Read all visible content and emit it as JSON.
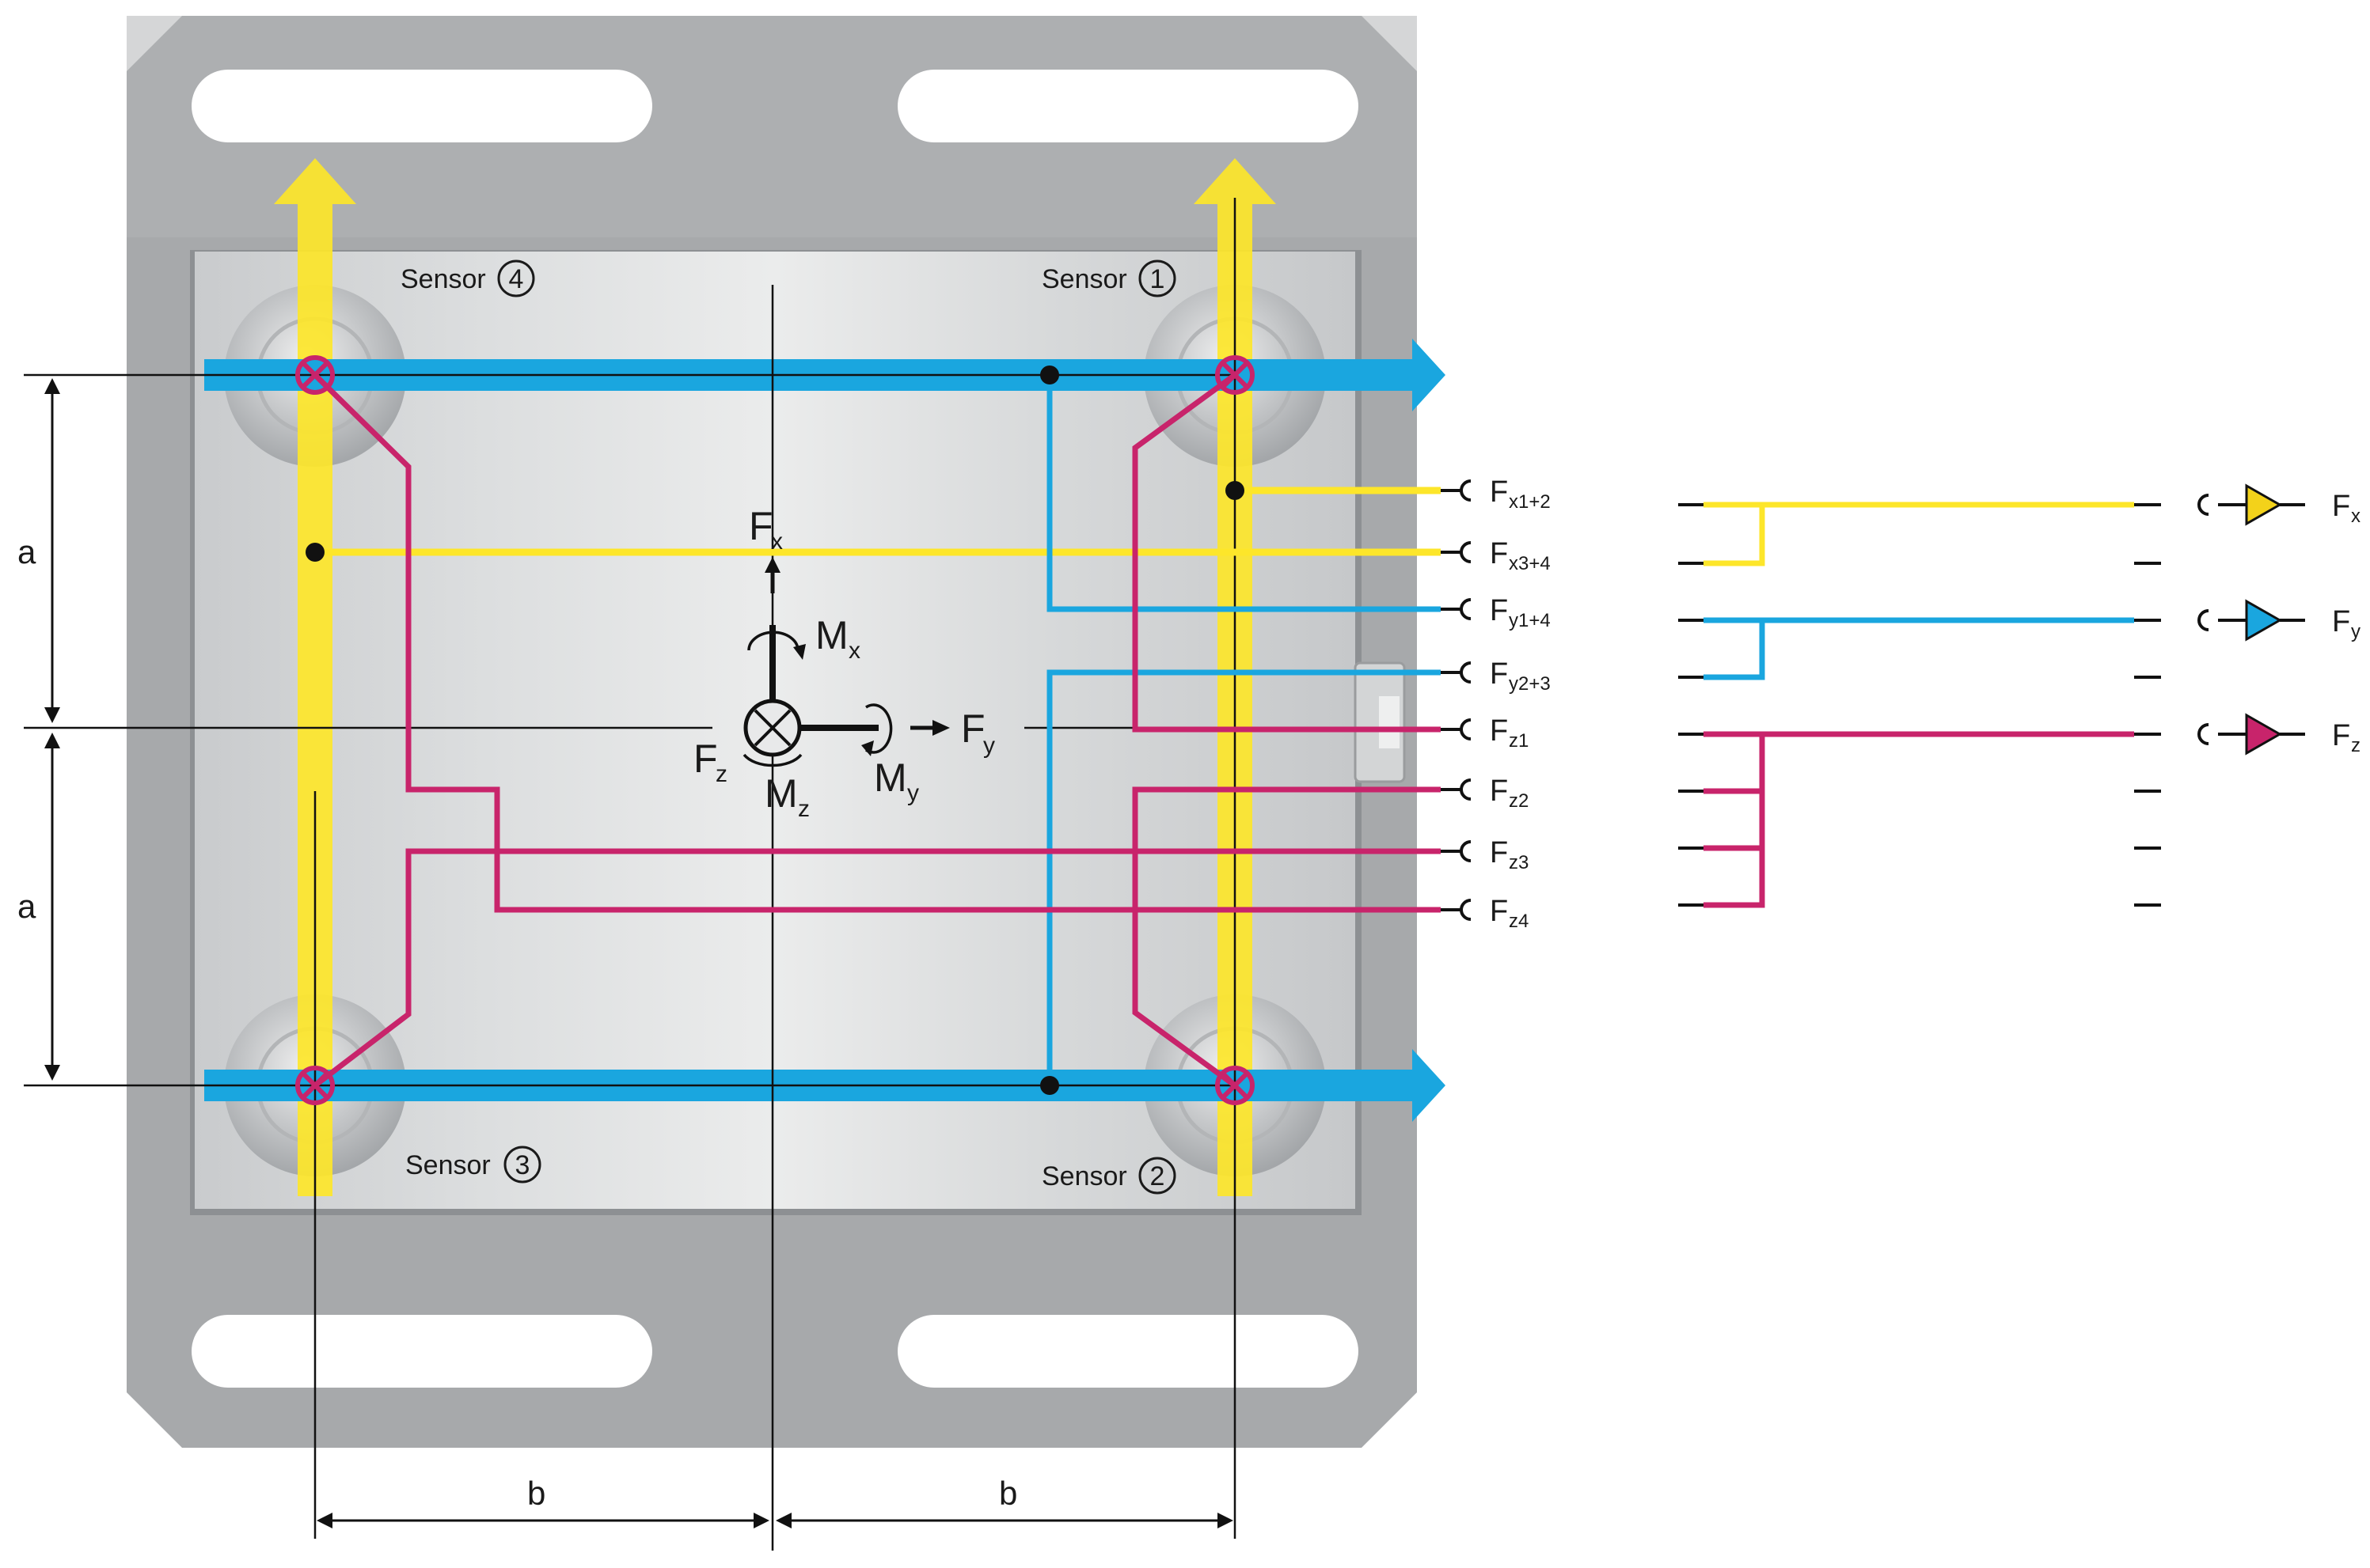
{
  "sensors": [
    {
      "id": "1",
      "label": "Sensor",
      "number": "1"
    },
    {
      "id": "2",
      "label": "Sensor",
      "number": "2"
    },
    {
      "id": "3",
      "label": "Sensor",
      "number": "3"
    },
    {
      "id": "4",
      "label": "Sensor",
      "number": "4"
    }
  ],
  "dimensions": {
    "a": "a",
    "b": "b"
  },
  "axes": {
    "fx": {
      "main": "F",
      "sub": "x"
    },
    "fy": {
      "main": "F",
      "sub": "y"
    },
    "fz": {
      "main": "F",
      "sub": "z"
    },
    "mx": {
      "main": "M",
      "sub": "x"
    },
    "my": {
      "main": "M",
      "sub": "y"
    },
    "mz": {
      "main": "M",
      "sub": "z"
    }
  },
  "outputs": [
    {
      "main": "F",
      "sub": "x1+2"
    },
    {
      "main": "F",
      "sub": "x3+4"
    },
    {
      "main": "F",
      "sub": "y1+4"
    },
    {
      "main": "F",
      "sub": "y2+3"
    },
    {
      "main": "F",
      "sub": "z1"
    },
    {
      "main": "F",
      "sub": "z2"
    },
    {
      "main": "F",
      "sub": "z3"
    },
    {
      "main": "F",
      "sub": "z4"
    }
  ],
  "amplifiers": [
    {
      "main": "F",
      "sub": "x",
      "color": "#f3d21a"
    },
    {
      "main": "F",
      "sub": "y",
      "color": "#1aa6df"
    },
    {
      "main": "F",
      "sub": "z",
      "color": "#c8246b"
    }
  ],
  "colors": {
    "x_channel": "#fde62a",
    "y_channel": "#1aa6df",
    "z_channel": "#c8246b",
    "frame": "#a9abad",
    "plate": "#d9dbdc"
  }
}
